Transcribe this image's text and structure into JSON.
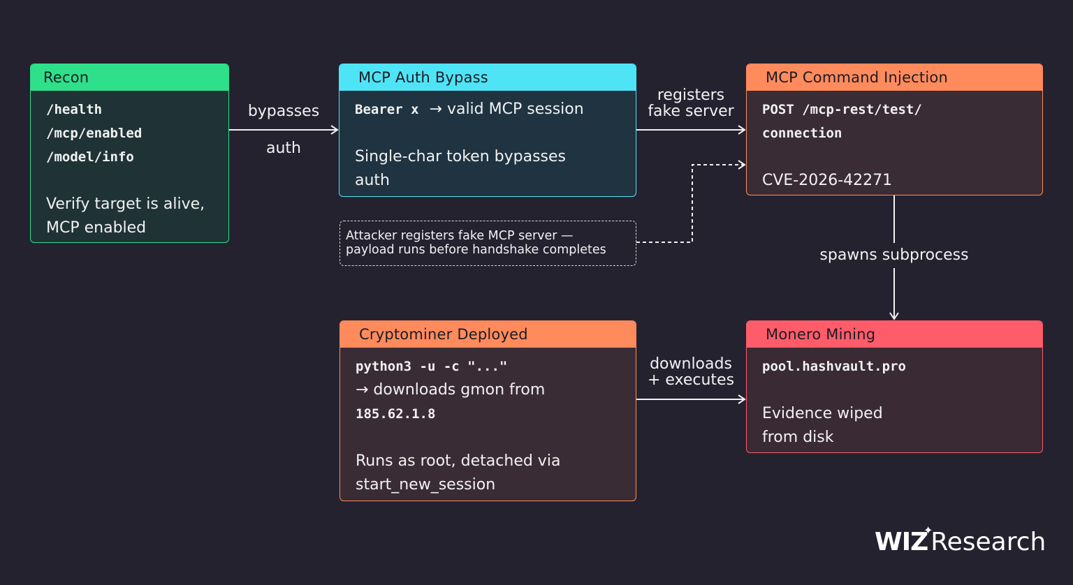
{
  "colors": {
    "background": "#24222f",
    "green": "#2ee08a",
    "cyan": "#4fe4f5",
    "orange": "#ff8b5c",
    "red": "#ff5c6a"
  },
  "boxes": {
    "recon": {
      "header": "Recon",
      "code_lines": [
        "/health",
        "/mcp/enabled",
        "/model/info"
      ],
      "text_lines": [
        "Verify target is alive,",
        "MCP enabled"
      ]
    },
    "auth_bypass": {
      "header": "MCP Auth Bypass",
      "code": "Bearer x",
      "code_suffix": "→ valid MCP session",
      "text_lines": [
        "Single-char token bypasses",
        "auth"
      ]
    },
    "command_injection": {
      "header": "MCP Command Injection",
      "code_lines": [
        "POST /mcp-rest/test/",
        "connection"
      ],
      "text": "CVE-2026-42271"
    },
    "cryptominer": {
      "header": "Cryptominer Deployed",
      "code1": "python3 -u -c \"...\"",
      "line2": "→ downloads gmon from",
      "code3": "185.62.1.8",
      "text_lines": [
        "Runs as root, detached via",
        "start_new_session"
      ]
    },
    "monero": {
      "header": "Monero Mining",
      "code": "pool.hashvault.pro",
      "text_lines": [
        "Evidence wiped",
        "from disk"
      ]
    }
  },
  "edges": {
    "bypasses_top": "bypasses",
    "bypasses_bottom": "auth",
    "registers_line1": "registers",
    "registers_line2": "fake server",
    "spawns": "spawns subprocess",
    "downloads_line1": "downloads",
    "downloads_line2": "+ executes"
  },
  "note": {
    "line1": "Attacker registers fake MCP server —",
    "line2": "payload runs before handshake completes"
  },
  "logo": {
    "brand": "WIZ",
    "suffix": "Research"
  }
}
